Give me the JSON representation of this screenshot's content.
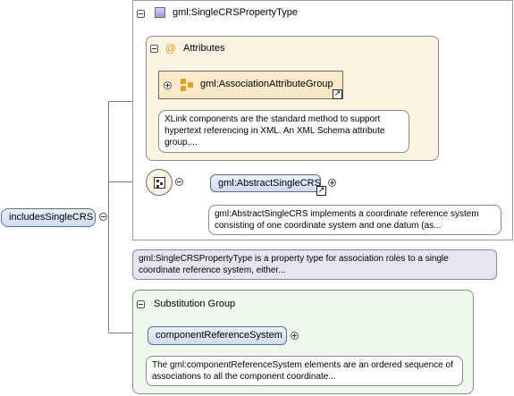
{
  "type_panel": {
    "title": "gml:SingleCRSPropertyType",
    "attributes": {
      "title": "Attributes",
      "group_name": "gml:AssociationAttributeGroup",
      "group_description": "XLink components are the standard method to support hypertext referencing in XML. An XML Schema attribute group,..."
    },
    "element_name": "gml:AbstractSingleCRS",
    "element_description": "gml:AbstractSingleCRS implements a coordinate reference system consisting of one coordinate system and one datum (as..."
  },
  "type_description": "gml:SingleCRSPropertyType is a property type for association roles to a single coordinate reference system, either...",
  "root_element": "includesSingleCRS",
  "substitution_group": {
    "title": "Substitution Group",
    "element_name": "componentReferenceSystem",
    "element_description": "The gml:componentReferenceSystem elements are an ordered sequence of associations to all the component coordinate..."
  },
  "icons": {
    "type_icon": "complex-type-icon",
    "attributes_icon": "at-sign-icon",
    "group_icon": "attribute-group-icon",
    "sequence_icon": "sequence-compositor-icon",
    "link_icon": "arrow-link-icon"
  },
  "colors": {
    "attributes_bg": "#fdf3e2",
    "type_desc_bg": "#e8e4f2",
    "substitution_bg": "#eef8ec",
    "node_blue": "#d6e2f4"
  }
}
